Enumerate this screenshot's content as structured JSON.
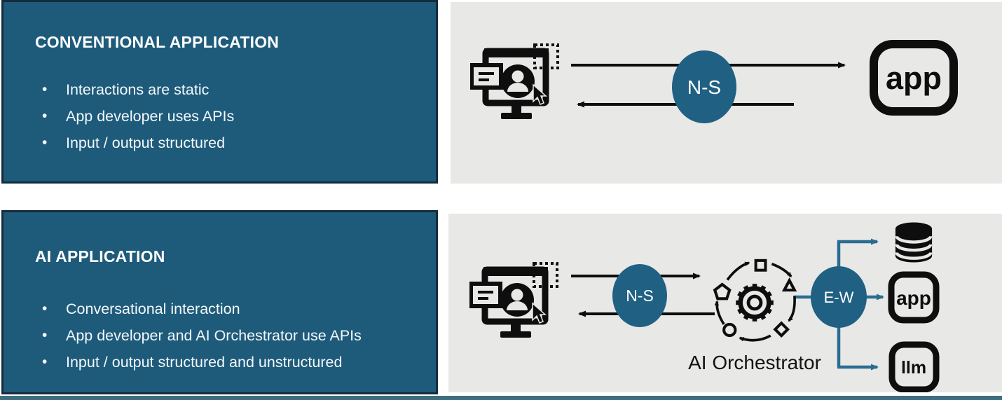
{
  "slide": {
    "conventional": {
      "title": "CONVENTIONAL APPLICATION",
      "bullets": [
        "Interactions are static",
        "App developer uses APIs",
        "Input / output structured"
      ],
      "diagram": {
        "gateway_label": "N-S",
        "app_label": "app"
      }
    },
    "ai": {
      "title": "AI APPLICATION",
      "bullets": [
        "Conversational interaction",
        "App developer and AI Orchestrator use APIs",
        "Input / output structured and unstructured"
      ],
      "diagram": {
        "gateway_label": "N-S",
        "east_west_label": "E-W",
        "orchestrator_label": "AI Orchestrator",
        "app_label": "app",
        "llm_label": "llm"
      }
    },
    "icons": {
      "user_computer": "user-on-computer-icon",
      "app": "app-icon",
      "llm": "llm-icon",
      "database": "database-icon",
      "orchestrator": "gear-cycle-icon"
    },
    "colors": {
      "panel_teal": "#1e5b7b",
      "panel_border": "#152c3d",
      "diagram_bg": "#e8e8e7",
      "node_teal": "#206083",
      "connector_teal": "#2a6d90",
      "footer_bar": "#3f6d80",
      "ink": "#0e0e0e"
    }
  }
}
